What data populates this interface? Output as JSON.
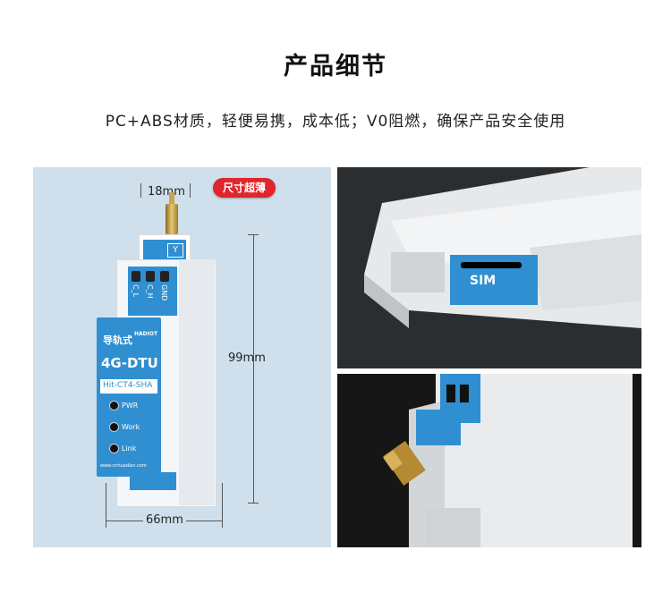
{
  "header": {
    "title": "产品细节",
    "subtitle": "PC+ABS材质，轻便易携，成本低；V0阻燃，确保产品安全使用"
  },
  "left_panel": {
    "badge": "尺寸超薄",
    "dim_width_top": "18mm",
    "dim_height": "99mm",
    "dim_width_bottom": "66mm",
    "device": {
      "terminal_labels": [
        "C_L",
        "C_H",
        "GND"
      ],
      "brand": "HADIOT",
      "name_cn": "导轨式",
      "model": "4G-DTU",
      "code": "Hit-CT4-SHA",
      "leds": [
        "PWR",
        "Work",
        "Link"
      ],
      "website": "www.cnhuadian.com"
    }
  },
  "right_top": {
    "sim_label": "SIM"
  },
  "colors": {
    "accent_blue": "#2f8fd0",
    "badge_red": "#e0262c",
    "panel_bg": "#cfe0ec"
  }
}
